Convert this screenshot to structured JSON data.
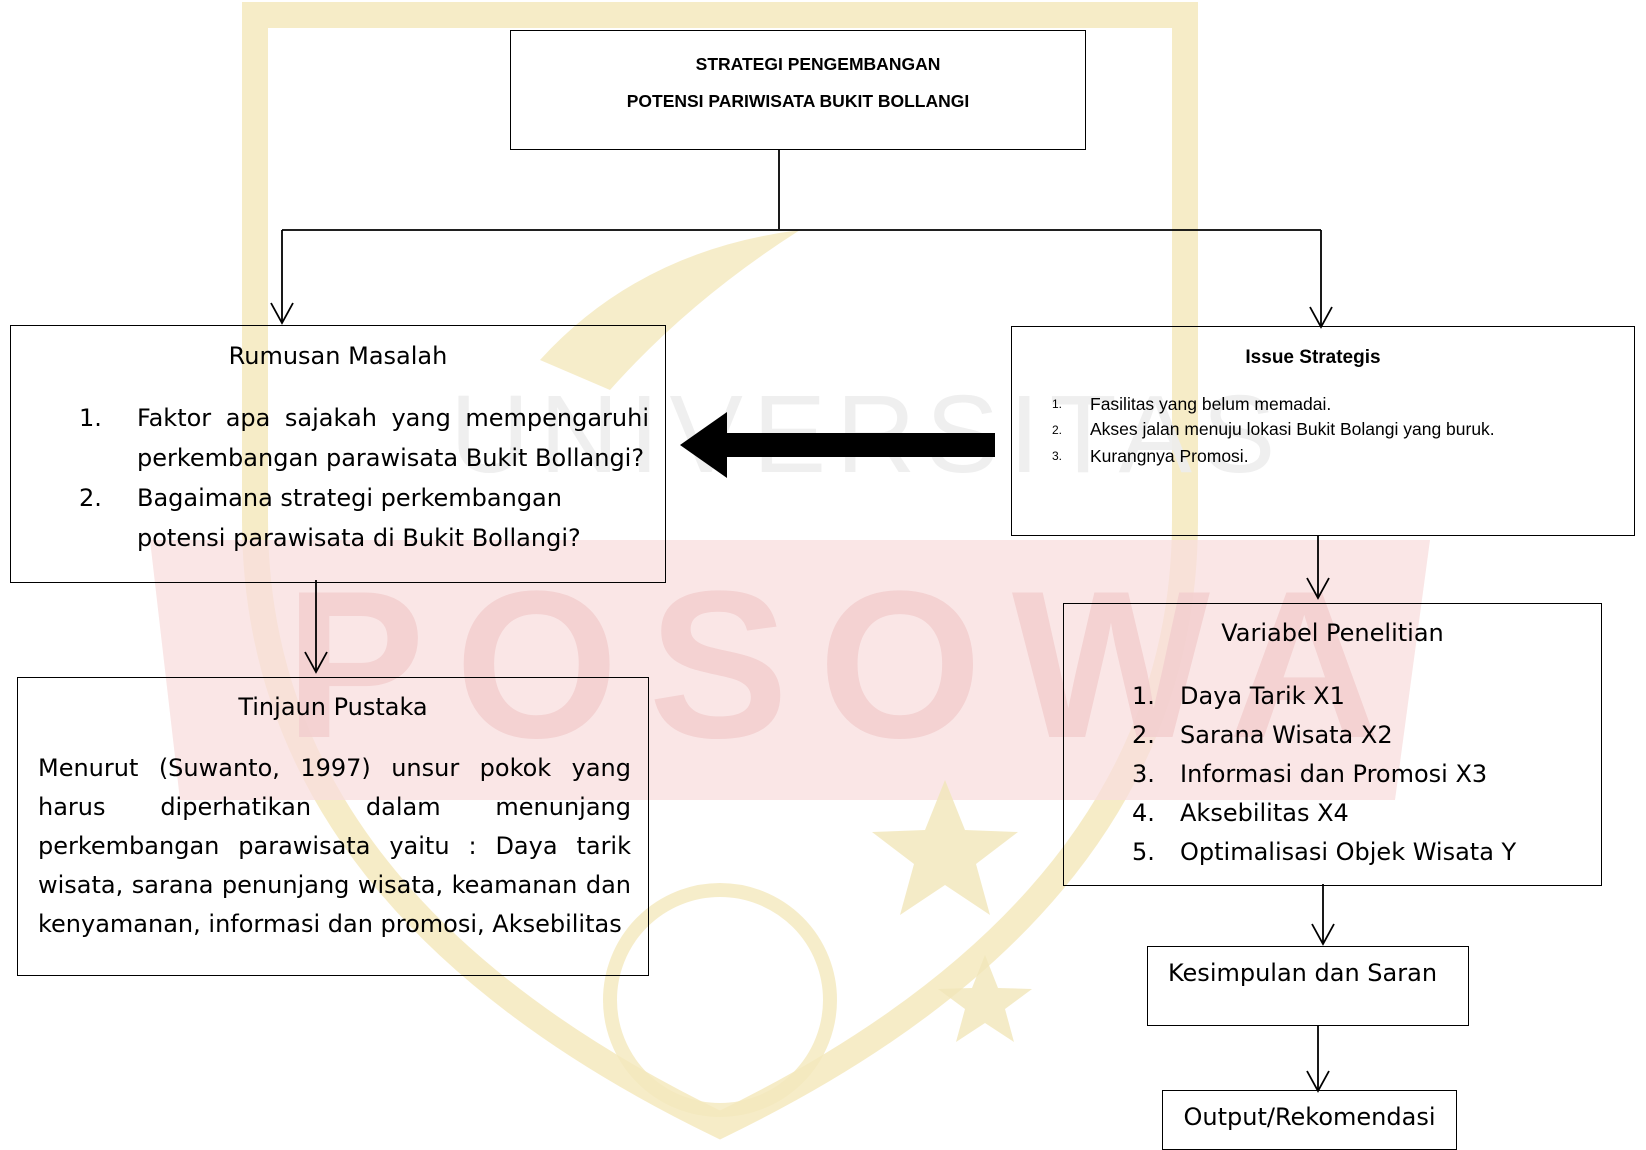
{
  "watermark": {
    "logo_text": "POSOWA",
    "arc_text": "UNIVERSITAS",
    "colors": {
      "gold": "#f1e3a6",
      "red": "#f6d2d2",
      "star": "#efe2ad"
    }
  },
  "title_box": {
    "line1": "STRATEGI PENGEMBANGAN",
    "line2": "POTENSI PARIWISATA BUKIT BOLLANGI"
  },
  "rumusan": {
    "title": "Rumusan Masalah",
    "items": [
      {
        "num": "1.",
        "text": "Faktor apa sajakah yang mempengaruhi perkembangan parawisata Bukit Bollangi?"
      },
      {
        "num": "2.",
        "text": "Bagaimana strategi perkembangan potensi parawisata di Bukit Bollangi?"
      }
    ]
  },
  "issue": {
    "title": "Issue Strategis",
    "items": [
      {
        "num": "1.",
        "text": "Fasilitas yang belum memadai."
      },
      {
        "num": "2.",
        "text": "Akses jalan menuju lokasi Bukit Bolangi yang buruk."
      },
      {
        "num": "3.",
        "text": "Kurangnya Promosi."
      }
    ]
  },
  "tinjauan": {
    "title": "Tinjaun Pustaka",
    "body": "Menurut (Suwanto, 1997) unsur pokok yang harus diperhatikan dalam menunjang perkembangan parawisata yaitu : Daya tarik wisata, sarana penunjang wisata, keamanan dan kenyamanan, informasi dan promosi, Aksebilitas"
  },
  "variabel": {
    "title": "Variabel Penelitian",
    "items": [
      {
        "num": "1.",
        "text": "Daya Tarik X1"
      },
      {
        "num": "2.",
        "text": "Sarana Wisata X2"
      },
      {
        "num": "3.",
        "text": "Informasi dan Promosi X3"
      },
      {
        "num": "4.",
        "text": "Aksebilitas X4"
      },
      {
        "num": "5.",
        "text": "Optimalisasi Objek Wisata Y"
      }
    ]
  },
  "kesimpulan": {
    "label": "Kesimpulan dan Saran"
  },
  "output": {
    "label": "Output/Rekomendasi"
  }
}
